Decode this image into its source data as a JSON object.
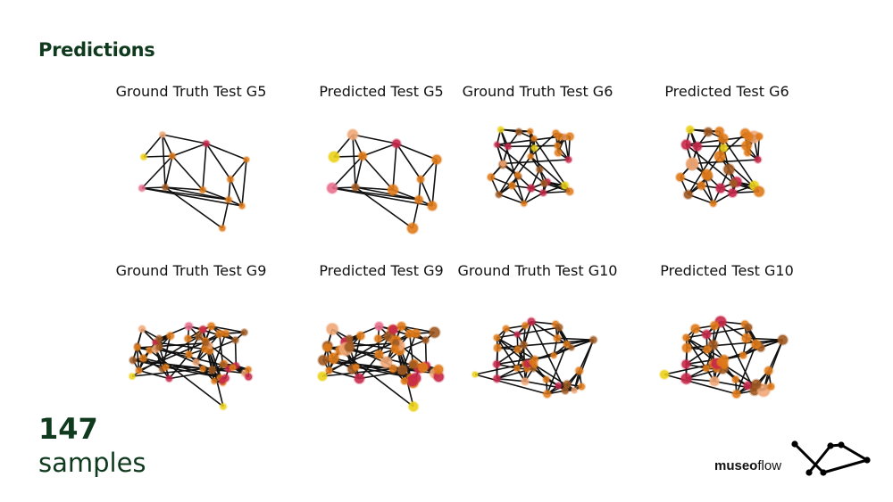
{
  "header": {
    "title": "Predictions"
  },
  "stats": {
    "count": "147",
    "count_label": "samples"
  },
  "brand": {
    "name_bold": "museo",
    "name_regular": "flow",
    "logo_icon": "network-graph-icon"
  },
  "colors": {
    "heading": "#0f3a1e",
    "edge": "#111111",
    "orange": "#e07a1a",
    "crimson": "#c8284a",
    "yellow": "#ecd21a",
    "pink": "#e8708e",
    "peach": "#f0a878",
    "brown": "#a05a22"
  },
  "panels": [
    {
      "title": "Ground Truth Test G5",
      "graph": "g5",
      "variant": "truth"
    },
    {
      "title": "Predicted Test G5",
      "graph": "g5",
      "variant": "pred"
    },
    {
      "title": "Ground Truth Test G6",
      "graph": "g6",
      "variant": "truth"
    },
    {
      "title": "Predicted Test G6",
      "graph": "g6",
      "variant": "pred"
    },
    {
      "title": "Ground Truth Test G9",
      "graph": "g9",
      "variant": "truth"
    },
    {
      "title": "Predicted Test G9",
      "graph": "g9",
      "variant": "pred"
    },
    {
      "title": "Ground Truth Test G10",
      "graph": "g10",
      "variant": "truth"
    },
    {
      "title": "Predicted Test G10",
      "graph": "g10",
      "variant": "pred"
    }
  ]
}
